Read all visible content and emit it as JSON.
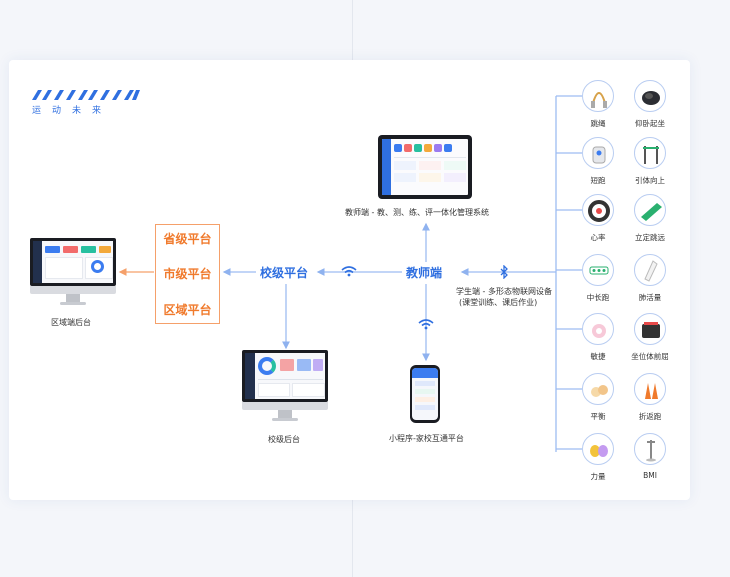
{
  "brand": {
    "cn": "运动未来"
  },
  "devices": {
    "district_label": "区域端后台",
    "school_label": "校级后台",
    "teacher_label": "教师端 - 教、测、练、评一体化管理系统",
    "mini_label": "小程序-家校互通平台"
  },
  "platforms": {
    "province": "省级平台",
    "city": "市级平台",
    "district": "区域平台"
  },
  "hubs": {
    "school": "校级平台",
    "teacher": "教师端"
  },
  "student": {
    "line1": "学生端 - 多形态物联网设备",
    "line2": "(课堂训练、课后作业)"
  },
  "equipment": [
    {
      "label": "跳绳",
      "icon": "jump-rope-icon"
    },
    {
      "label": "仰卧起坐",
      "icon": "situp-device-icon"
    },
    {
      "label": "短跑",
      "icon": "sprint-device-icon"
    },
    {
      "label": "引体向上",
      "icon": "pullup-bar-icon"
    },
    {
      "label": "心率",
      "icon": "heart-rate-band-icon"
    },
    {
      "label": "立定跳远",
      "icon": "long-jump-mat-icon"
    },
    {
      "label": "中长跑",
      "icon": "running-tag-icon"
    },
    {
      "label": "肺活量",
      "icon": "spirometer-icon"
    },
    {
      "label": "敏捷",
      "icon": "agility-light-icon"
    },
    {
      "label": "坐位体前屈",
      "icon": "sit-reach-icon"
    },
    {
      "label": "平衡",
      "icon": "balance-pad-icon"
    },
    {
      "label": "折返跑",
      "icon": "shuttle-cone-icon"
    },
    {
      "label": "力量",
      "icon": "dumbbell-icon"
    },
    {
      "label": "BMI",
      "icon": "height-scale-icon"
    }
  ],
  "colors": {
    "accent": "#2f6fe0",
    "orange": "#f07a2c",
    "connector": "#9dbcf2"
  }
}
